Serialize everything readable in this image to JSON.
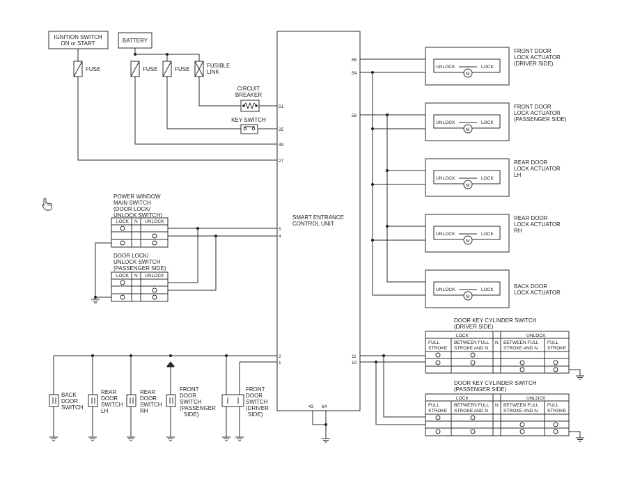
{
  "ignition": {
    "l1": "IGNITION SWITCH",
    "l2": "ON or START"
  },
  "battery": "BATTERY",
  "fuse": "FUSE",
  "fusible_link": {
    "l1": "FUSIBLE",
    "l2": "LINK"
  },
  "circuit_breaker": {
    "l1": "CIRCUIT",
    "l2": "BREAKER"
  },
  "key_switch": "KEY SWITCH",
  "control_unit": {
    "l1": "SMART ENTRANCE",
    "l2": "CONTROL UNIT"
  },
  "pins": {
    "p51": "51",
    "p25": "25",
    "p49": "49",
    "p27": "27",
    "p5": "5",
    "p4": "4",
    "p2": "2",
    "p1": "1",
    "p55": "55",
    "p54": "54",
    "p56": "56",
    "p11": "11",
    "p10": "10",
    "p43": "43",
    "p64": "64"
  },
  "pw_main_switch": {
    "l1": "POWER WINDOW",
    "l2": "MAIN SWITCH",
    "l3": "(DOOR LOCK/",
    "l4": "UNLOCK SWITCH)"
  },
  "door_lock_switch": {
    "l1": "DOOR LOCK/",
    "l2": "UNLOCK SWITCH",
    "l3": "(PASSENGER SIDE)"
  },
  "switch_headers": {
    "lock": "LOCK",
    "n": "N",
    "unlock": "UNLOCK"
  },
  "actuators": [
    {
      "unlock": "UNLOCK",
      "lock": "LOCK",
      "motor": "M",
      "l1": "FRONT DOOR",
      "l2": "LOCK ACTUATOR",
      "l3": "(DRIVER SIDE)"
    },
    {
      "unlock": "UNLOCK",
      "lock": "LOCK",
      "motor": "M",
      "l1": "FRONT DOOR",
      "l2": "LOCK ACTUATOR",
      "l3": "(PASSENGER SIDE)"
    },
    {
      "unlock": "UNLOCK",
      "lock": "LOCK",
      "motor": "M",
      "l1": "REAR DOOR",
      "l2": "LOCK ACTUATOR",
      "l3": "LH"
    },
    {
      "unlock": "UNLOCK",
      "lock": "LOCK",
      "motor": "M",
      "l1": "REAR DOOR",
      "l2": "LOCK ACTUATOR",
      "l3": "RH"
    },
    {
      "unlock": "UNLOCK",
      "lock": "LOCK",
      "motor": "M",
      "l1": "BACK DOOR",
      "l2": "LOCK ACTUATOR",
      "l3": ""
    }
  ],
  "door_switches": [
    {
      "l1": "BACK",
      "l2": "DOOR",
      "l3": "SWITCH",
      "l4": "",
      "l5": ""
    },
    {
      "l1": "REAR",
      "l2": "DOOR",
      "l3": "SWITCH",
      "l4": "LH",
      "l5": ""
    },
    {
      "l1": "REAR",
      "l2": "DOOR",
      "l3": "SWITCH",
      "l4": "RH",
      "l5": ""
    },
    {
      "l1": "FRONT",
      "l2": "DOOR",
      "l3": "SWITCH",
      "l4": "(PASSENGER",
      "l5": "SIDE)"
    },
    {
      "l1": "FRONT",
      "l2": "DOOR",
      "l3": "SWITCH",
      "l4": "(DRIVER",
      "l5": "SIDE)"
    }
  ],
  "key_cyl_driver": {
    "title1": "DOOR KEY CYLINDER SWITCH",
    "title2": "(DRIVER SIDE)"
  },
  "key_cyl_pass": {
    "title1": "DOOR KEY CYLINDER SWITCH",
    "title2": "(PASSENGER SIDE)"
  },
  "key_cyl_headers": {
    "lock": "LOCK",
    "unlock": "UNLOCK",
    "n": "N",
    "full1": "FULL",
    "full2": "STROKE",
    "btw1": "BETWEEN FULL",
    "btw2": "STROKE AND N"
  }
}
